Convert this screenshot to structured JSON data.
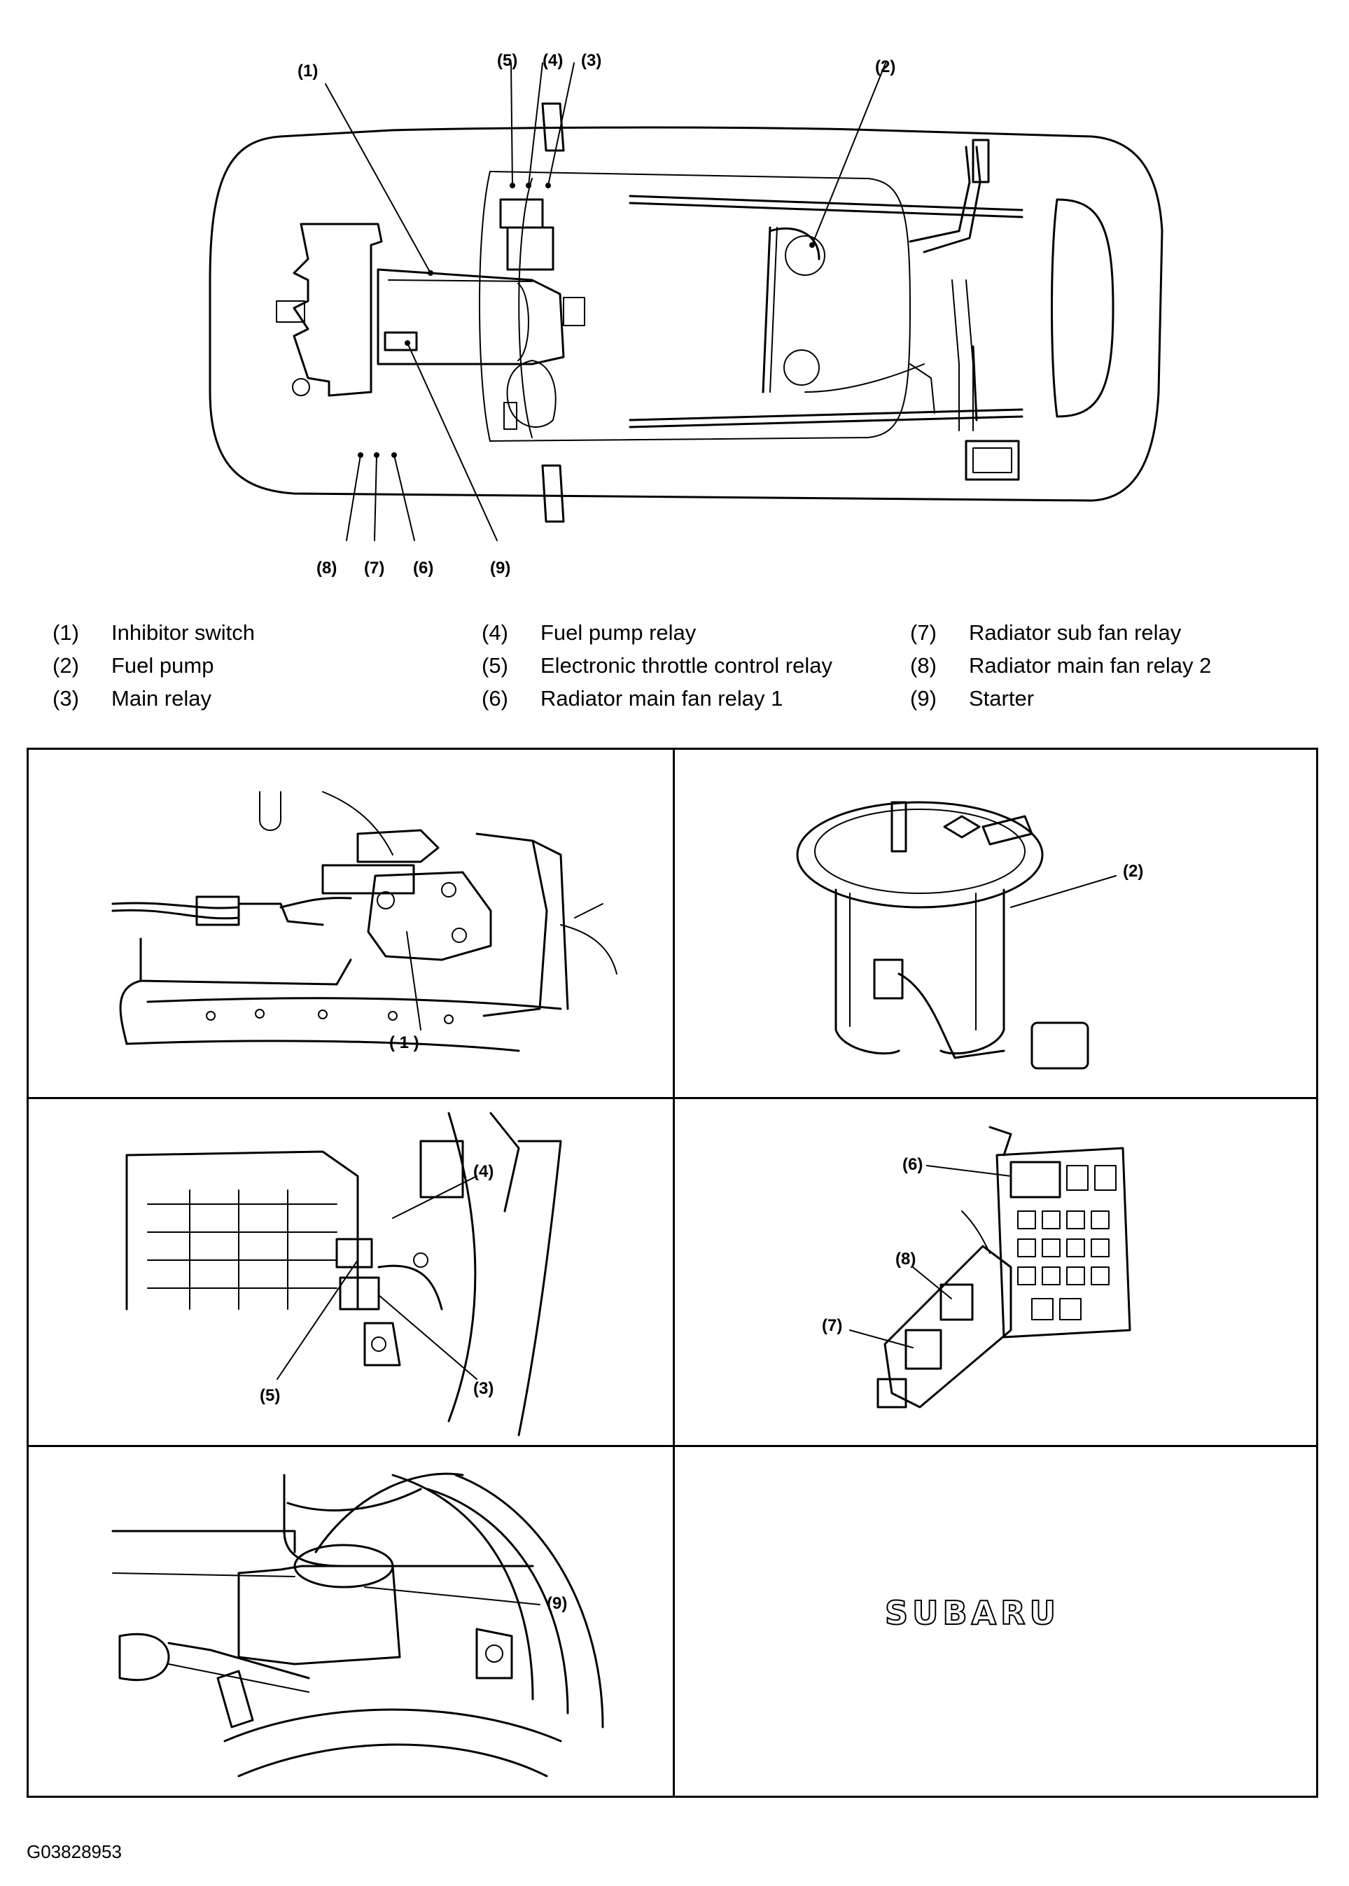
{
  "figure_code": "G03828953",
  "overview_callouts": {
    "c1": "(1)",
    "c2": "(2)",
    "c3": "(3)",
    "c4": "(4)",
    "c5": "(5)",
    "c6": "(6)",
    "c7": "(7)",
    "c8": "(8)",
    "c9": "(9)"
  },
  "legend": [
    {
      "num": "(1)",
      "name": "Inhibitor switch"
    },
    {
      "num": "(2)",
      "name": "Fuel pump"
    },
    {
      "num": "(3)",
      "name": "Main relay"
    },
    {
      "num": "(4)",
      "name": "Fuel pump relay"
    },
    {
      "num": "(5)",
      "name": "Electronic throttle control relay"
    },
    {
      "num": "(6)",
      "name": "Radiator main fan relay 1"
    },
    {
      "num": "(7)",
      "name": "Radiator sub fan relay"
    },
    {
      "num": "(8)",
      "name": "Radiator main fan relay 2"
    },
    {
      "num": "(9)",
      "name": "Starter"
    }
  ],
  "detail_callouts": {
    "inhibitor": "( 1 )",
    "fuel_pump": "(2)",
    "relays_4": "(4)",
    "relays_3": "(3)",
    "relays_5": "(5)",
    "fuse_6": "(6)",
    "fuse_8": "(8)",
    "fuse_7": "(7)",
    "starter_9": "(9)"
  },
  "brand_logo": "SUBARU"
}
